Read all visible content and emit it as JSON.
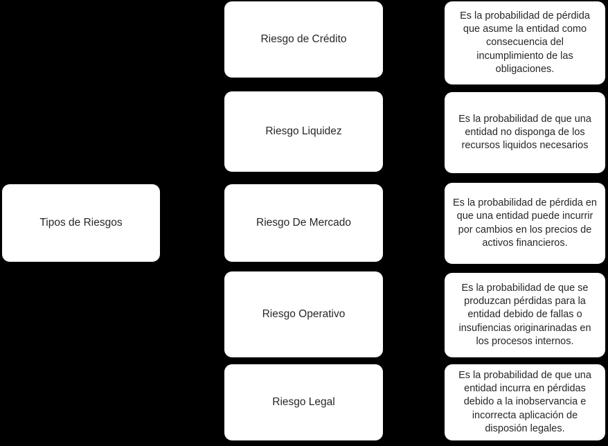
{
  "canvas": {
    "background_color": "#000000",
    "node_fill_color": "#ffffff",
    "node_text_color": "#262626"
  },
  "root": {
    "label": "Tipos de Riesgos"
  },
  "risk_types": [
    {
      "label": "Riesgo de Crédito"
    },
    {
      "label": "Riesgo Liquidez"
    },
    {
      "label": "Riesgo De Mercado"
    },
    {
      "label": "Riesgo Operativo"
    },
    {
      "label": "Riesgo Legal"
    }
  ],
  "descriptions": [
    {
      "text": "Es la probabilidad de pérdida que asume la entidad como consecuencia del incumplimiento de las obligaciones."
    },
    {
      "text": "Es la probabilidad de que una entidad no disponga de los recursos liquidos necesarios"
    },
    {
      "text": "Es la probabilidad de pérdida en que una entidad puede incurrir por cambios en los precios de activos financieros."
    },
    {
      "text": "Es la probabilidad de que se produzcan pérdidas para la entidad debido de fallas o insufiencias originarinadas en los procesos internos."
    },
    {
      "text": "Es la probabilidad de que una entidad incurra en pérdidas debido a la inobservancia e incorrecta aplicación  de disposión legales."
    }
  ]
}
